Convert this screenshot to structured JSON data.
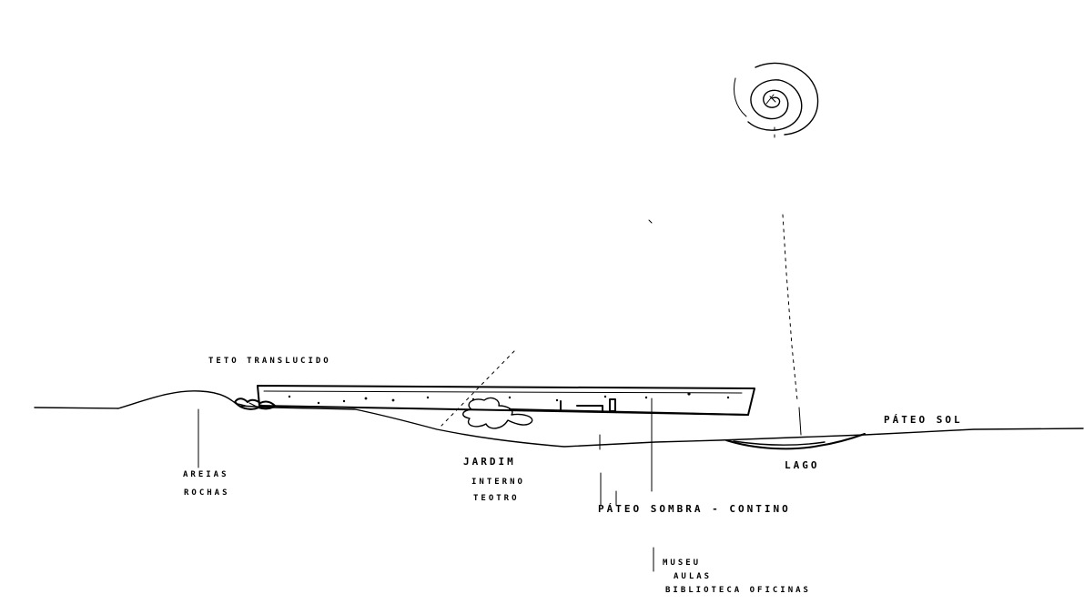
{
  "labels": {
    "teto": "TETO TRANSLUCIDO",
    "areias": "AREIAS",
    "rochas": "ROCHAS",
    "jardim": "JARDIM",
    "interno": "INTERNO",
    "teatro": "TEOTRO",
    "pateo_sombra": "PÁTEO SOMBRA - CONTINO",
    "lago": "LAGO",
    "pateo_sol": "PÁTEO SOL",
    "museu": "MUSEU",
    "aulas": "AULAS",
    "biblioteca_oficinas": "BIBLIOTECA OFICINAS"
  },
  "symbols": {
    "sun": "sun-spiral-icon"
  }
}
